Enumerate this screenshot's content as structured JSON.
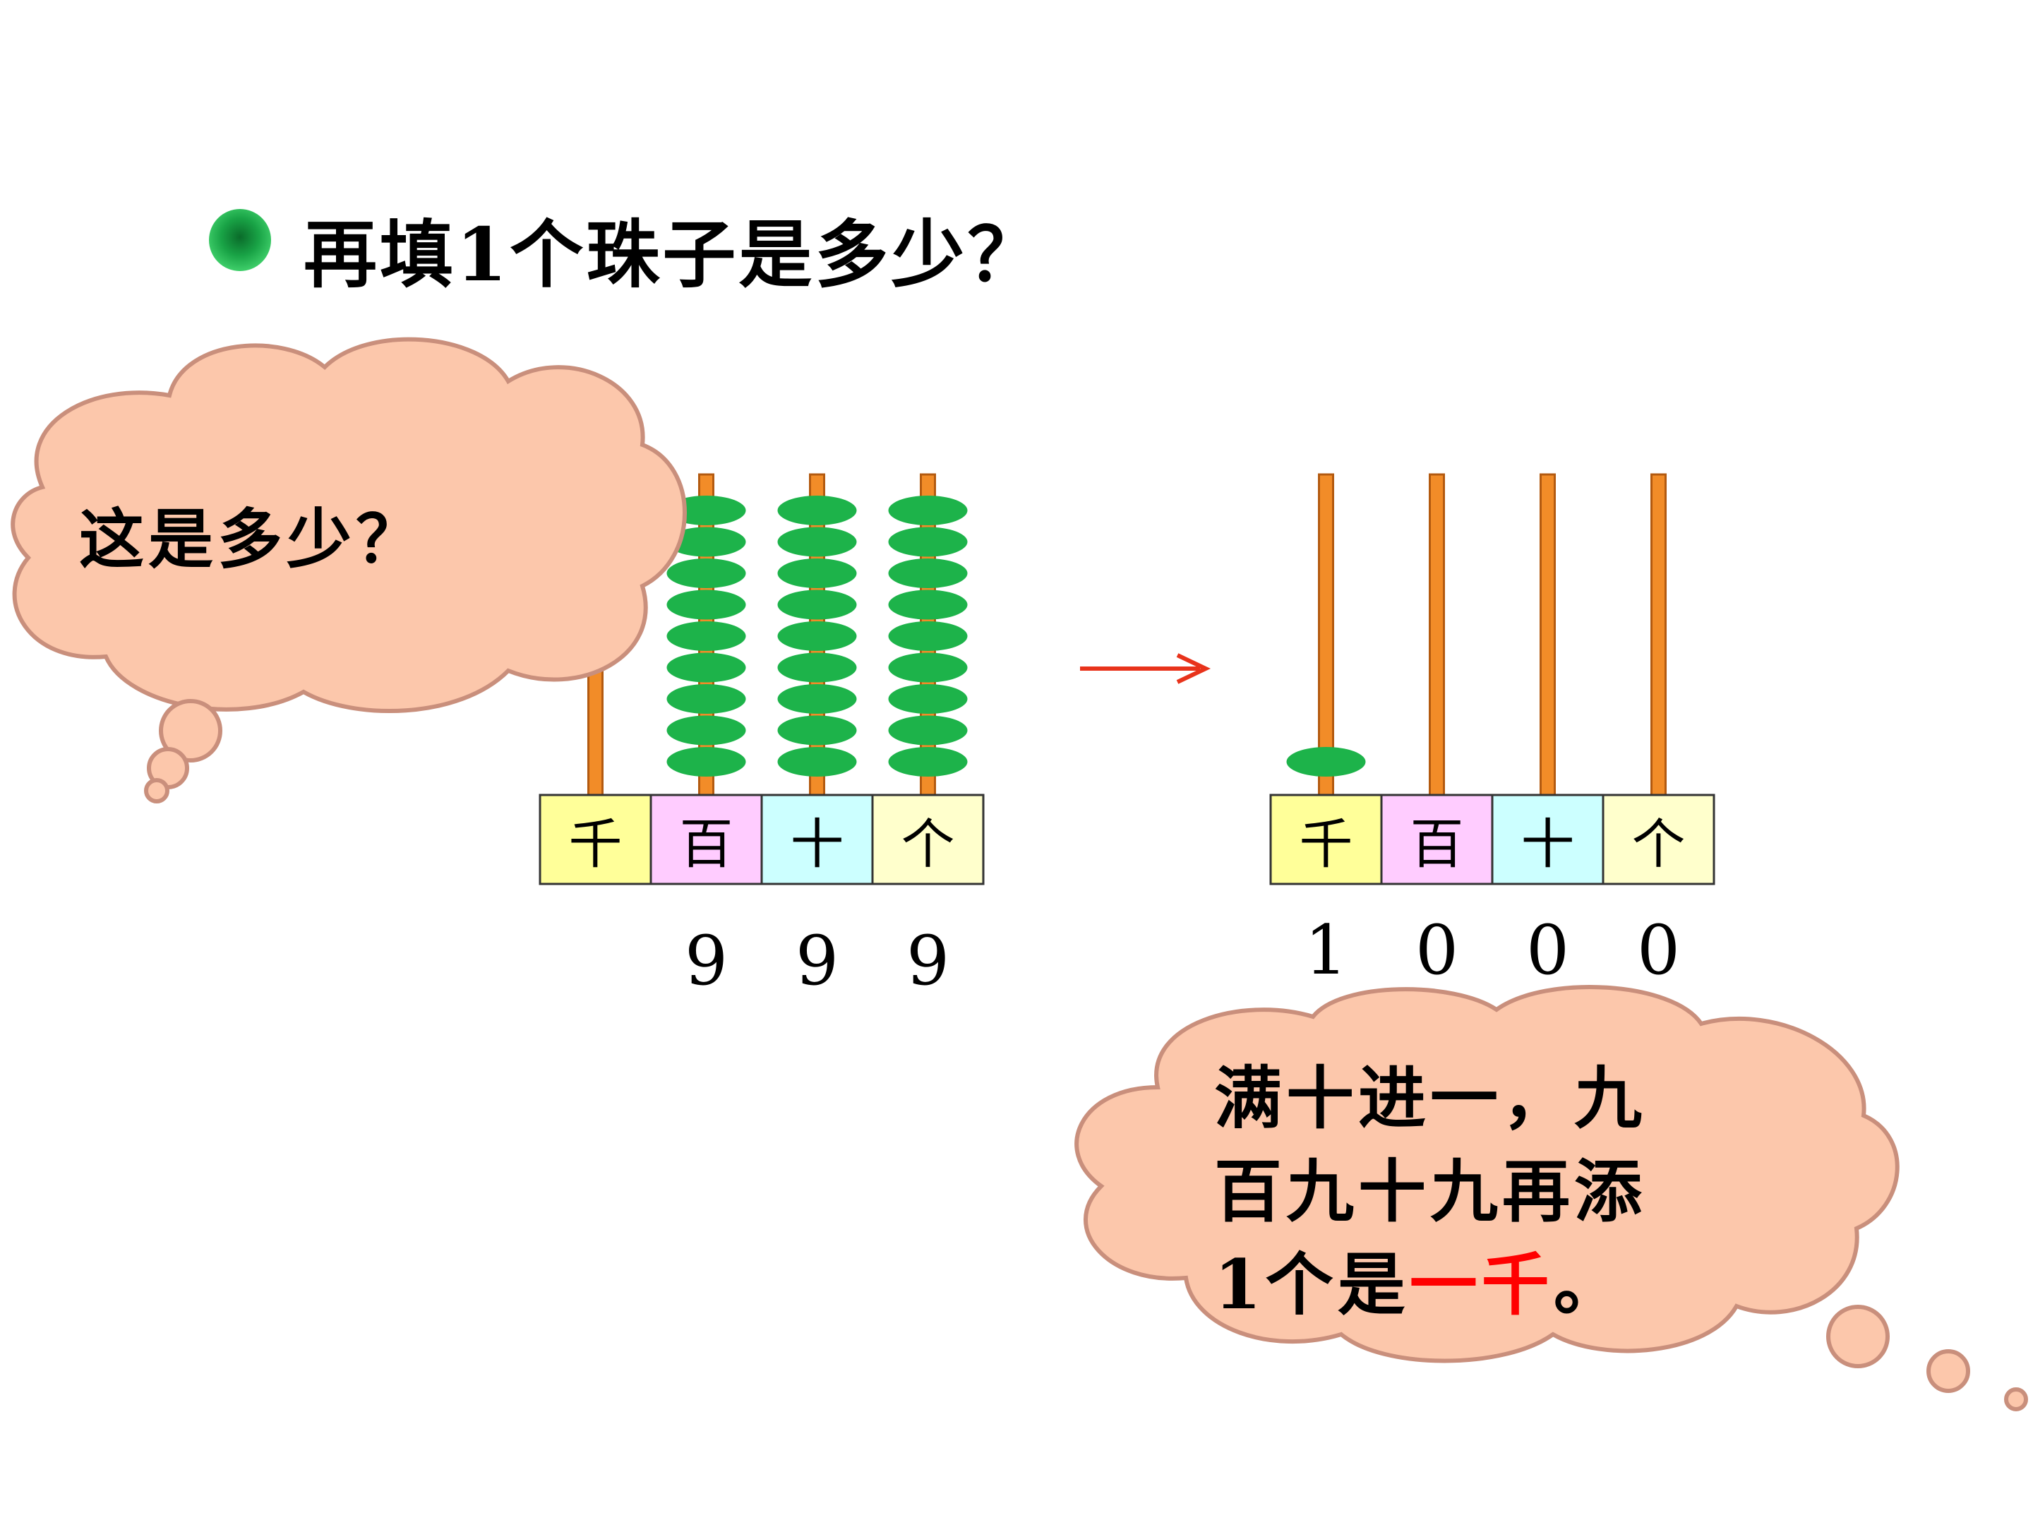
{
  "title": "再填1个珠子是多少？",
  "bubble_question": "这是多少？",
  "bubble_answer": {
    "line1": "满十进一，九",
    "line2": "百九十九再添",
    "line3_before": "1个是",
    "line3_red": "一千",
    "line3_after": "。"
  },
  "left_abacus": {
    "places": [
      "千",
      "百",
      "十",
      "个"
    ],
    "digits": [
      "9",
      "9",
      "9"
    ],
    "bead_counts": [
      0,
      9,
      9,
      9
    ]
  },
  "right_abacus": {
    "places": [
      "千",
      "百",
      "十",
      "个"
    ],
    "digits": [
      "1",
      "0",
      "0",
      "0"
    ],
    "bead_counts": [
      1,
      0,
      0,
      0
    ]
  },
  "colors": {
    "rod": "#f28c28",
    "bead": "#1db34a",
    "cloud_fill": "#fcc7ab",
    "cloud_stroke": "#c98f7c",
    "arrow": "#e8331b",
    "box_thousand": "#ffff99",
    "box_hundred": "#ffccff",
    "box_ten": "#ccffff",
    "box_one": "#ffffcc"
  }
}
